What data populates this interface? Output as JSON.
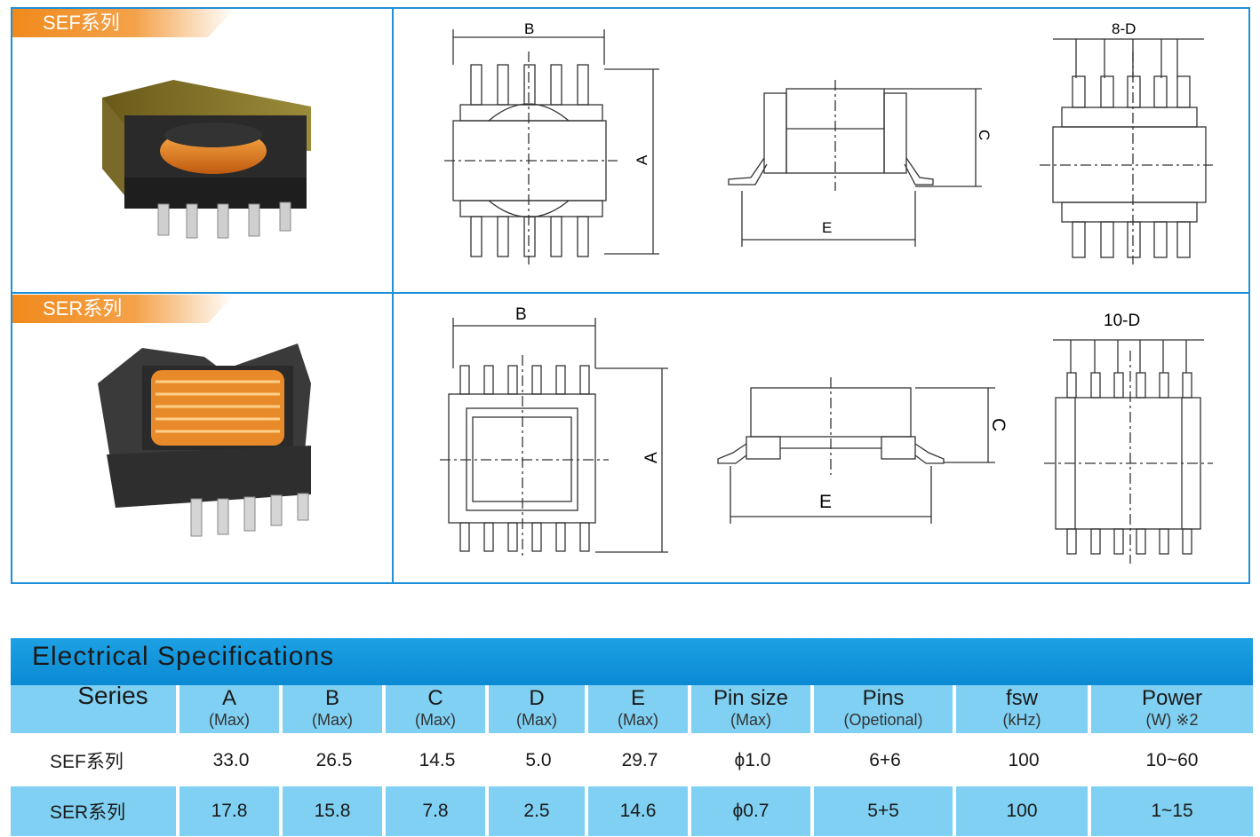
{
  "panels": [
    {
      "tag": "SEF系列",
      "front": {
        "dim_b": "B",
        "dim_a": "A"
      },
      "side": {
        "dim_c": "C",
        "dim_e": "E"
      },
      "pins": {
        "dim_d": "8-D"
      }
    },
    {
      "tag": "SER系列",
      "front": {
        "dim_b": "B",
        "dim_a": "A"
      },
      "side": {
        "dim_c": "C",
        "dim_e": "E"
      },
      "pins": {
        "dim_d": "10-D"
      }
    }
  ],
  "spec": {
    "title": "Electrical  Specifications",
    "headers": [
      {
        "main": "Series",
        "sub": ""
      },
      {
        "main": "A",
        "sub": "(Max)"
      },
      {
        "main": "B",
        "sub": "(Max)"
      },
      {
        "main": "C",
        "sub": "(Max)"
      },
      {
        "main": "D",
        "sub": "(Max)"
      },
      {
        "main": "E",
        "sub": "(Max)"
      },
      {
        "main": "Pin size",
        "sub": "(Max)"
      },
      {
        "main": "Pins",
        "sub": "(Opetional)"
      },
      {
        "main": "fsw",
        "sub": "(kHz)"
      },
      {
        "main": "Power",
        "sub": "(W)   ※2"
      }
    ],
    "rows": [
      [
        "SEF系列",
        "33.0",
        "26.5",
        "14.5",
        "5.0",
        "29.7",
        "ϕ1.0",
        "6+6",
        "100",
        "10~60"
      ],
      [
        "SER系列",
        "17.8",
        "15.8",
        "7.8",
        "2.5",
        "14.6",
        "ϕ0.7",
        "5+5",
        "100",
        "1~15"
      ]
    ]
  },
  "colors": {
    "frame": "#1f8fd8",
    "tag": "#f08a1c",
    "header": "#0b8ad3",
    "row_alt": "#7fd0f2"
  }
}
